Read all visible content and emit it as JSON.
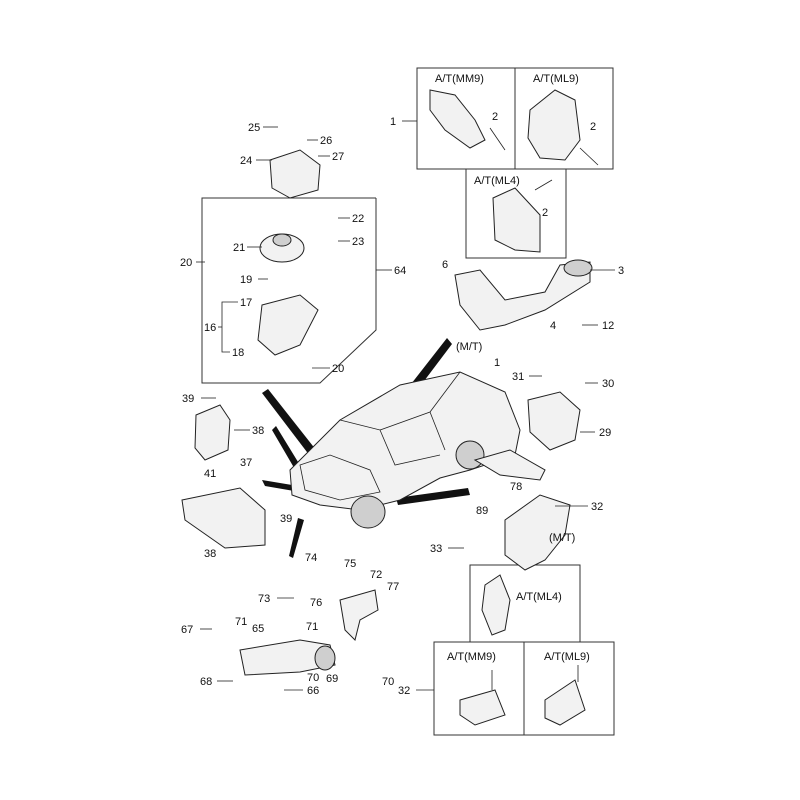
{
  "callouts": [
    {
      "id": "c1a",
      "text": "1"
    },
    {
      "id": "c2a",
      "text": "2"
    },
    {
      "id": "c2b",
      "text": "2"
    },
    {
      "id": "c2c",
      "text": "2"
    },
    {
      "id": "c25",
      "text": "25"
    },
    {
      "id": "c26",
      "text": "26"
    },
    {
      "id": "c24",
      "text": "24"
    },
    {
      "id": "c27",
      "text": "27"
    },
    {
      "id": "c22",
      "text": "22"
    },
    {
      "id": "c21",
      "text": "21"
    },
    {
      "id": "c23",
      "text": "23"
    },
    {
      "id": "c20a",
      "text": "20"
    },
    {
      "id": "c64",
      "text": "64"
    },
    {
      "id": "c19",
      "text": "19"
    },
    {
      "id": "c17",
      "text": "17"
    },
    {
      "id": "c16",
      "text": "16"
    },
    {
      "id": "c18",
      "text": "18"
    },
    {
      "id": "c20b",
      "text": "20"
    },
    {
      "id": "c6",
      "text": "6"
    },
    {
      "id": "c3",
      "text": "3"
    },
    {
      "id": "c4",
      "text": "4"
    },
    {
      "id": "c12",
      "text": "12"
    },
    {
      "id": "c1b",
      "text": "1"
    },
    {
      "id": "c39a",
      "text": "39"
    },
    {
      "id": "c38a",
      "text": "38"
    },
    {
      "id": "c41",
      "text": "41"
    },
    {
      "id": "c31",
      "text": "31"
    },
    {
      "id": "c30",
      "text": "30"
    },
    {
      "id": "c29",
      "text": "29"
    },
    {
      "id": "c37",
      "text": "37"
    },
    {
      "id": "c78",
      "text": "78"
    },
    {
      "id": "c39b",
      "text": "39"
    },
    {
      "id": "c89",
      "text": "89"
    },
    {
      "id": "c32a",
      "text": "32"
    },
    {
      "id": "c38b",
      "text": "38"
    },
    {
      "id": "c33",
      "text": "33"
    },
    {
      "id": "c74",
      "text": "74"
    },
    {
      "id": "c75",
      "text": "75"
    },
    {
      "id": "c72",
      "text": "72"
    },
    {
      "id": "c77",
      "text": "77"
    },
    {
      "id": "c73",
      "text": "73"
    },
    {
      "id": "c76",
      "text": "76"
    },
    {
      "id": "c67",
      "text": "67"
    },
    {
      "id": "c71a",
      "text": "71"
    },
    {
      "id": "c65",
      "text": "65"
    },
    {
      "id": "c71b",
      "text": "71"
    },
    {
      "id": "c69",
      "text": "69"
    },
    {
      "id": "c70a",
      "text": "70"
    },
    {
      "id": "c70b",
      "text": "70"
    },
    {
      "id": "c68",
      "text": "68"
    },
    {
      "id": "c66",
      "text": "66"
    },
    {
      "id": "c32b",
      "text": "32"
    }
  ],
  "variant_labels": {
    "top_mm9": "A/T(MM9)",
    "top_ml9": "A/T(ML9)",
    "top_ml4": "A/T(ML4)",
    "mt_a": "(M/T)",
    "mt_b": "(M/T)",
    "bottom_ml4": "A/T(ML4)",
    "bottom_mm9": "A/T(MM9)",
    "bottom_ml9": "A/T(ML9)"
  }
}
